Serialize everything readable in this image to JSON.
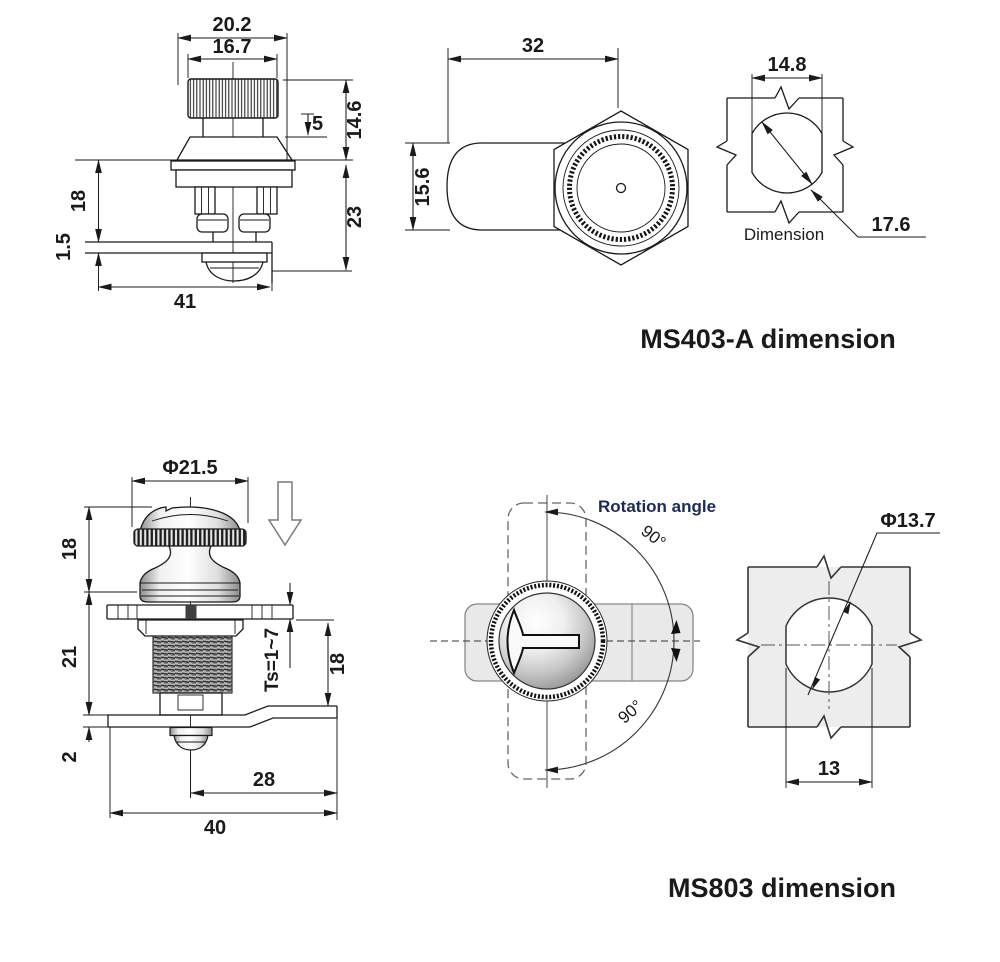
{
  "drawing": {
    "line_color": "#1a1a1a",
    "accent_navy": "#1d2b55",
    "ms403a": {
      "title": "MS403-A dimension",
      "side_view": {
        "cap_od": "20.2",
        "knurl_width": "16.7",
        "step": "5",
        "head_height": "14.6",
        "body_height": "18",
        "plate_thickness": "1.5",
        "lower_height": "23",
        "cam_length": "41"
      },
      "rear_view": {
        "length": "32",
        "cam_height": "15.6"
      },
      "cutout_view": {
        "caption": "Dimension",
        "across_flats": "14.8",
        "hole_diameter": "17.6"
      }
    },
    "ms803": {
      "title": "MS803 dimension",
      "side_view": {
        "knob_diameter": "Φ21.5",
        "knob_height": "18",
        "body_height": "21",
        "cam_thickness": "2",
        "panel_thickness": "Ts=1~7",
        "grip_range": "18",
        "cam_reach": "28",
        "cam_length": "40"
      },
      "front_view": {
        "caption": "Rotation angle",
        "angle_upper": "90°",
        "angle_lower": "90°"
      },
      "cutout_view": {
        "hole_diameter": "Φ13.7",
        "across_flats": "13"
      }
    }
  }
}
